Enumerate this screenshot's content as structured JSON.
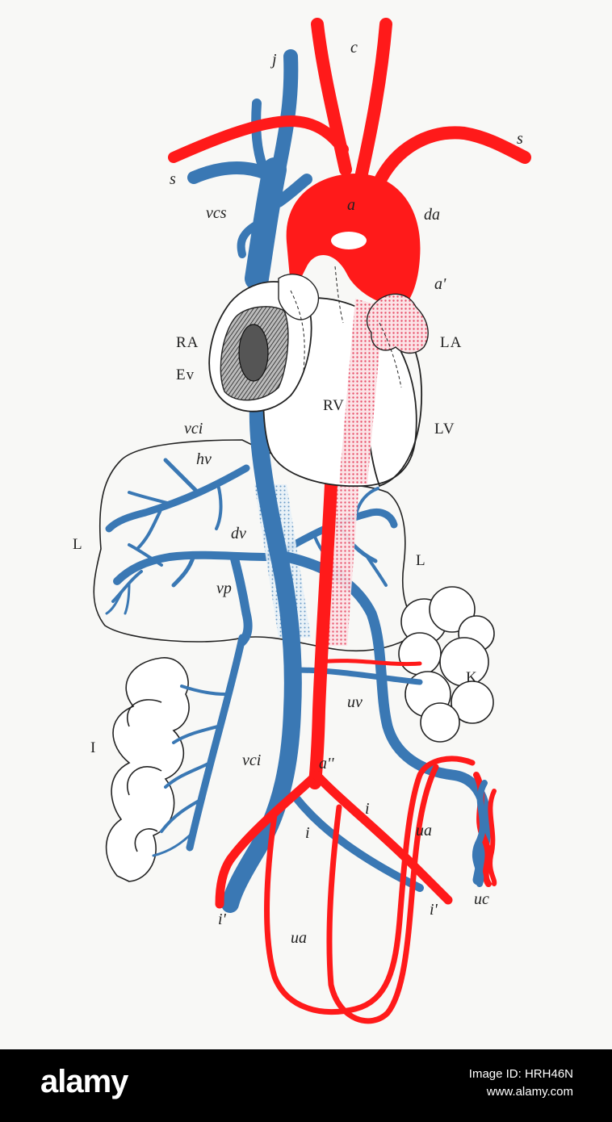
{
  "colors": {
    "artery": "#ff1a1a",
    "vein": "#3a78b4",
    "outline": "#222222",
    "background": "#f8f8f6",
    "banner": "#000000"
  },
  "labels": {
    "j": "j",
    "c": "c",
    "s_left": "s",
    "s_right": "s",
    "vcs": "vcs",
    "a": "a",
    "da": "da",
    "a_prime": "a'",
    "RA": "RA",
    "LA": "LA",
    "Ev": "Ev",
    "RV": "RV",
    "LV": "LV",
    "vci_upper": "vci",
    "hv": "hv",
    "L_left": "L",
    "L_right": "L",
    "dv": "dv",
    "vp": "vp",
    "K": "K",
    "uv": "uv",
    "I": "I",
    "vci_lower": "vci",
    "a_double": "a''",
    "i_left": "i",
    "i_right": "i",
    "ua_right": "ua",
    "i_prime_left": "i'",
    "i_prime_right": "i'",
    "uc": "uc",
    "ua_bottom": "ua"
  },
  "watermark": {
    "brand": "alamy",
    "image_id": "Image ID: HRH46N",
    "site": "www.alamy.com"
  }
}
